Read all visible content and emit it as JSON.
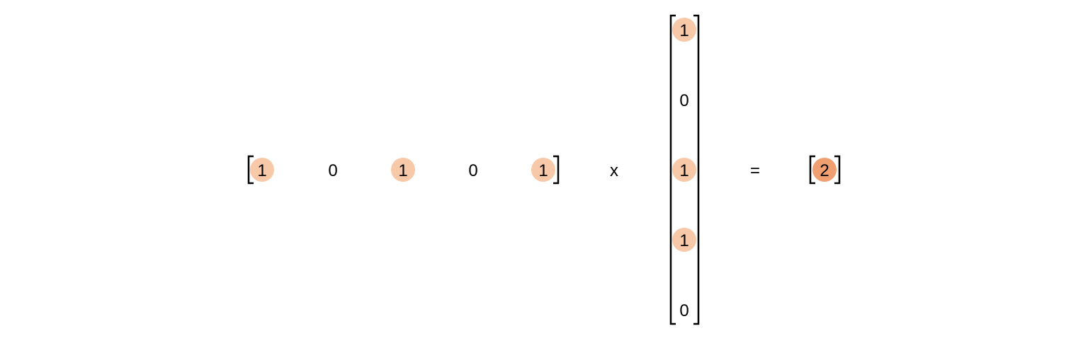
{
  "row_vector": {
    "values": [
      "1",
      "0",
      "1",
      "0",
      "1"
    ],
    "highlighted": [
      true,
      false,
      true,
      false,
      true
    ]
  },
  "column_vector": {
    "values": [
      "1",
      "0",
      "1",
      "1",
      "0"
    ],
    "highlighted": [
      true,
      false,
      true,
      true,
      false
    ]
  },
  "result": {
    "values": [
      "2"
    ],
    "highlighted": [
      true
    ]
  },
  "operators": {
    "multiply": "x",
    "equals": "="
  },
  "colors": {
    "highlight_light": "#f8c9a8",
    "highlight_strong": "#f0a070",
    "bracket": "#000000",
    "text": "#000000"
  }
}
